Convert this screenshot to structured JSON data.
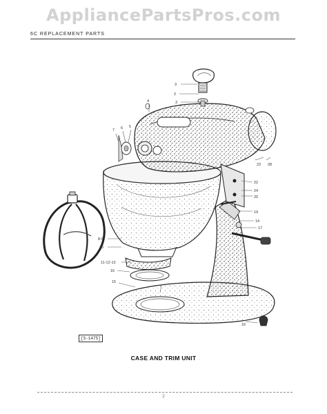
{
  "watermark": "AppliancePartsPros.com",
  "header": {
    "title": "6C REPLACEMENT PARTS"
  },
  "callouts": {
    "c3a": "3",
    "c2": "2",
    "c3b": "3",
    "c4": "4",
    "c7": "7",
    "c6": "6",
    "c5": "5",
    "c23": "23",
    "c28": "28",
    "c22": "22",
    "c24": "24",
    "c20": "20",
    "c19": "19",
    "c14": "14",
    "c17": "17",
    "c8_9": "8-9",
    "c10": "10",
    "c11_12_13": "11-12-13",
    "c16a": "16",
    "c15": "15",
    "c16b": "16"
  },
  "part_number": "[S-1475]",
  "caption": "CASE AND TRIM UNIT",
  "page_number": "2"
}
